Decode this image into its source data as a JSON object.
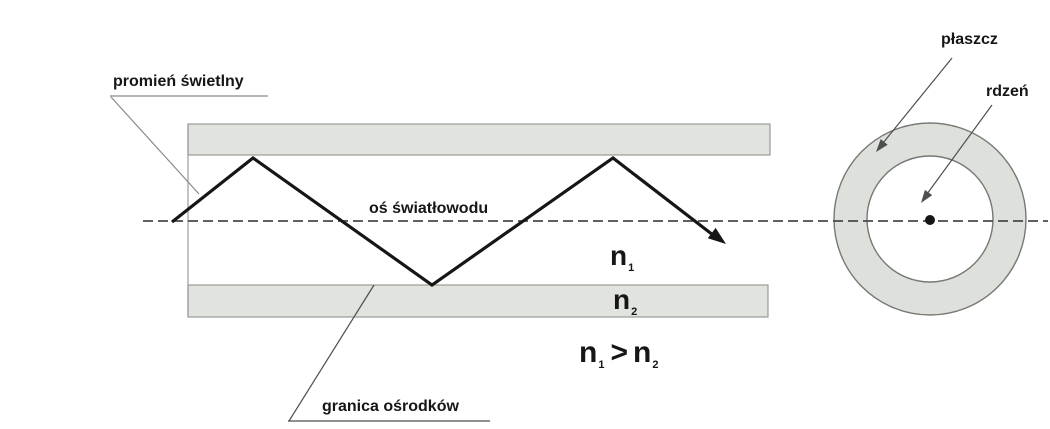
{
  "figure": {
    "description_labels": {
      "light_ray": "promień świetlny",
      "fiber_axis": "oś światłowodu",
      "media_boundary": "granica ośrodków",
      "cladding": "płaszcz",
      "core": "rdzeń"
    },
    "indices": {
      "core": {
        "base": "n",
        "sub": "1"
      },
      "cladding": {
        "base": "n",
        "sub": "2"
      },
      "inequality": {
        "left_base": "n",
        "left_sub": "1",
        "operator": ">",
        "right_base": "n",
        "right_sub": "2"
      }
    }
  },
  "colors": {
    "background": "#ffffff",
    "bar_fill": "#e0e3de",
    "bar_stroke": "#989d98",
    "ring_fill": "#dde0db",
    "core_fill": "#ffffff",
    "ring_stroke": "#757a75",
    "ink": "#161616",
    "axis": "#4a4a4a",
    "leader": "#8a8a8a",
    "leader_dark": "#4f4f4f"
  }
}
